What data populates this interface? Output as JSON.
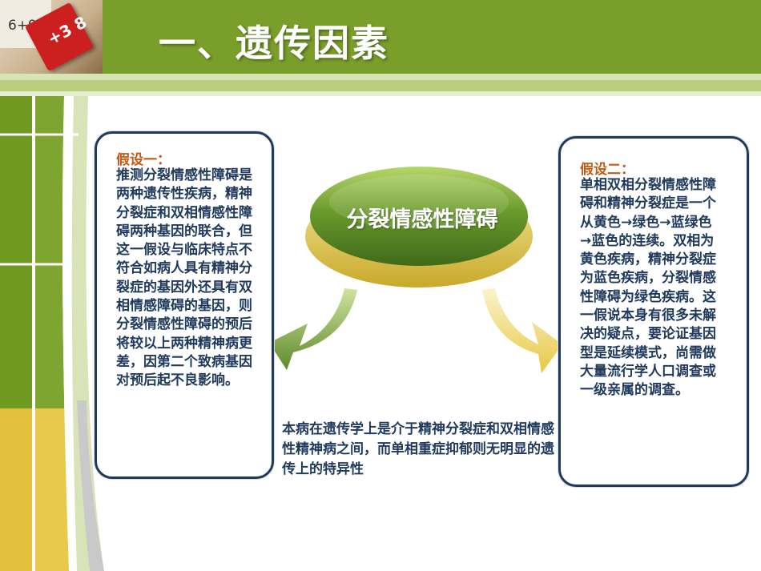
{
  "slide": {
    "title": "一、遗传因素",
    "corner_photo": {
      "math_text": "6+9",
      "card_text": "+3 8"
    },
    "center": {
      "label": "分裂情感性障碍"
    },
    "left_box": {
      "heading": "假设一：",
      "text": "推测分裂情感性障碍是两种遗传性疾病，精神分裂症和双相情感性障碍两种基因的联合，但这一假设与临床特点不符合如病人具有精神分裂症的基因外还具有双相情感障碍的基因，则分裂情感性障碍的预后将较以上两种精神病更差，因第二个致病基因对预后起不良影响。"
    },
    "right_box": {
      "heading": "假设二：",
      "text": "单相双相分裂情感性障碍和精神分裂症是一个从黄色→绿色→蓝绿色→蓝色的连续。双相为黄色疾病，精神分裂症为蓝色疾病，分裂情感性障碍为绿色疾病。这一假说本身有很多未解决的疑点，要论证基因型是延续模式，尚需做大量流行学人口调查或一级亲属的调查。"
    },
    "bottom_text": "本病在遗传学上是介于精神分裂症和双相情感性精神病之间，而单相重症抑郁则无明显的遗传上的特异性",
    "colors": {
      "header_green": "#7a9e2a",
      "box_border": "#1f3a5c",
      "text_navy": "#1f3a5c",
      "heading_orange": "#c35a14",
      "arrow_green": "#5e8a2a",
      "arrow_yellow": "#e8cf52"
    }
  }
}
